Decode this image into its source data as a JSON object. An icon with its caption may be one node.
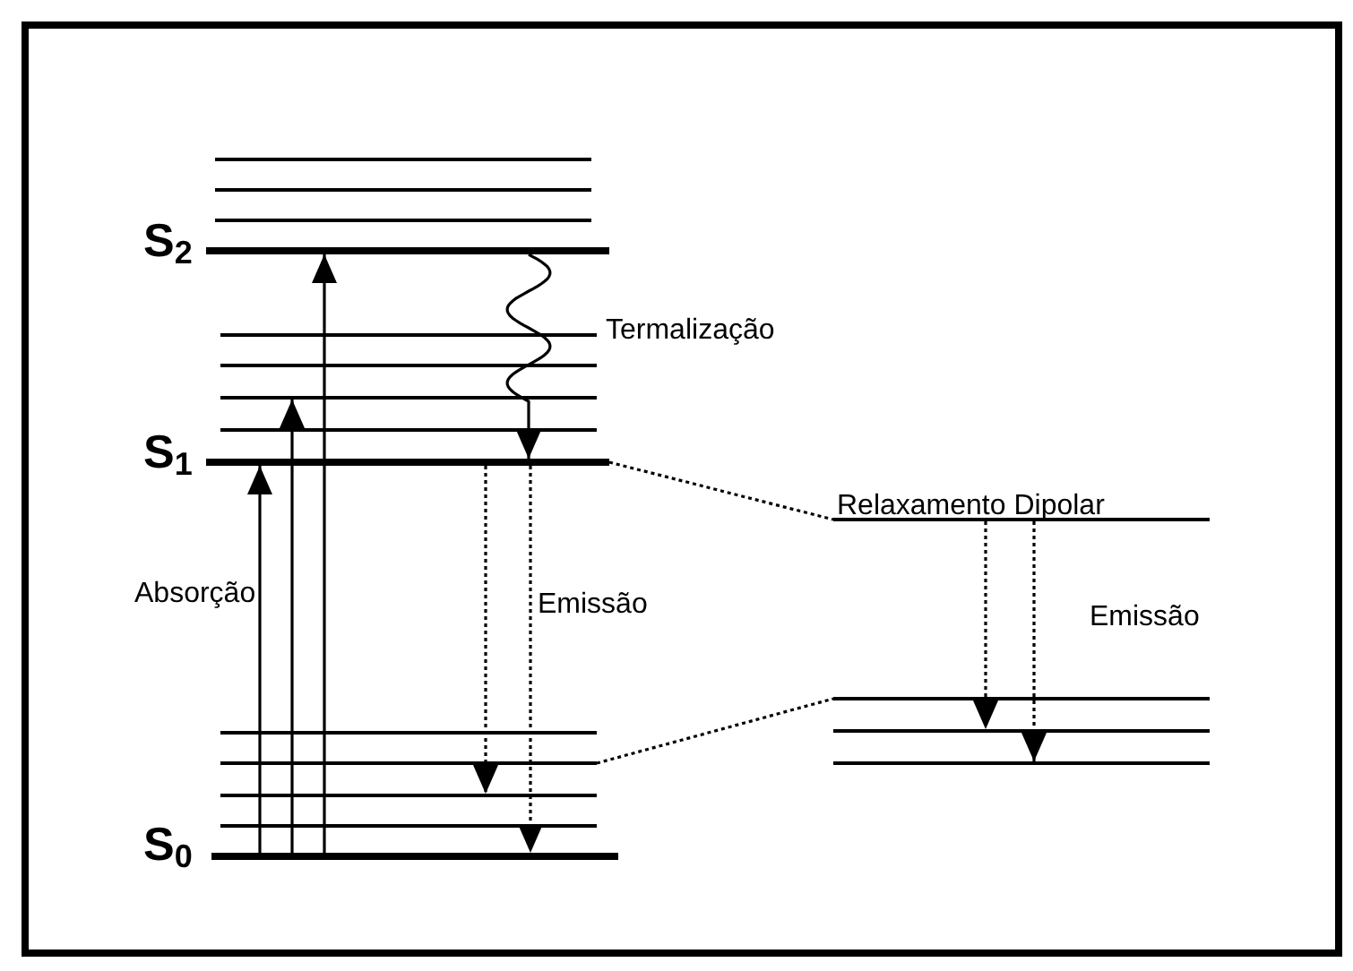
{
  "diagram": {
    "nodes": [
      {
        "text": [],
        "shape": "bar"
      },
      {
        "text": [],
        "shape": "bar"
      },
      {
        "text": [],
        "shape": "bar"
      },
      {
        "text": [],
        "shape": "bar"
      },
      {
        "text": [],
        "shape": "bar"
      },
      {
        "text": [],
        "shape": "bar"
      },
      {
        "text": [],
        "shape": "bar"
      },
      {
        "text": [],
        "shape": "bar"
      },
      {
        "text": [],
        "shape": "bar"
      },
      {
        "text": [],
        "shape": "bar"
      },
      {
        "text": [],
        "shape": "bar"
      },
      {
        "text": [],
        "shape": "bar"
      },
      {
        "text": [],
        "shape": "bar"
      },
      {
        "text": [],
        "shape": "bar"
      },
      {
        "text": [],
        "shape": "bar"
      },
      {
        "text": [],
        "shape": "bar"
      },
      {
        "text": [],
        "shape": "bar"
      },
      {
        "text": [],
        "shape": "bar"
      }
    ],
    "edges": [
      {
        "from": 14,
        "to": 8,
        "arrow": "to"
      },
      {
        "from": 14,
        "to": 6,
        "arrow": "to"
      },
      {
        "from": 14,
        "to": 3,
        "arrow": "to"
      },
      {
        "from": 3,
        "to": 8,
        "arrow": "to",
        "label": "Termalização"
      },
      {
        "from": 8,
        "to": 12,
        "arrow": "to",
        "style": "dashed"
      },
      {
        "from": 8,
        "to": 14,
        "arrow": "to",
        "style": "dashed"
      },
      {
        "from": 8,
        "to": 9,
        "arrow": "none",
        "style": "dashed"
      },
      {
        "from": 11,
        "to": 15,
        "arrow": "none",
        "style": "dashed"
      },
      {
        "from": 9,
        "to": 16,
        "arrow": "to",
        "style": "dashed"
      },
      {
        "from": 9,
        "to": 17,
        "arrow": "to",
        "style": "dashed"
      }
    ],
    "labels": [
      "S$_{2}$",
      "S$_{1}$",
      "Relaxamento Dipolar",
      "Absorção",
      "Emissão",
      "Emissão",
      "S$_{0}$"
    ]
  }
}
